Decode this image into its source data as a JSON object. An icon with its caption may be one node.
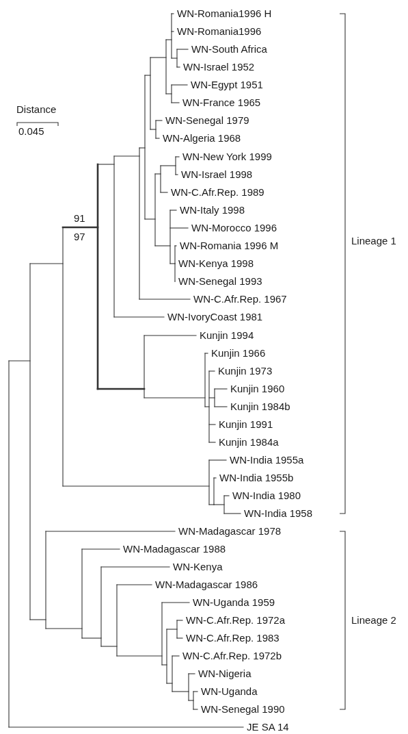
{
  "diagram": {
    "labels": [
      "WN-Romania1996 H",
      "WN-Romania1996",
      "WN-South Africa",
      "WN-Israel 1952",
      "WN-Egypt 1951",
      "WN-France 1965",
      "Distance",
      "WN-Senegal 1979",
      "0.045",
      "WN-Algeria 1968",
      "WN-New York 1999",
      "WN-Israel 1998",
      "WN-C.Afr.Rep. 1989",
      "WN-Italy 1998",
      "91",
      "WN-Morocco 1996",
      "97",
      "Lineage 1",
      "WN-Romania 1996 M",
      "WN-Kenya 1998",
      "WN-Senegal 1993",
      "WN-C.Afr.Rep. 1967",
      "WN-IvoryCoast 1981",
      "Kunjin 1994",
      "Kunjin 1966",
      "Kunjin 1973",
      "Kunjin 1960",
      "Kunjin 1984b",
      "Kunjin 1991",
      "Kunjin 1984a",
      "WN-India 1955a",
      "WN-India 1955b",
      "WN-India 1980",
      "WN-India 1958",
      "WN-Madagascar 1978",
      "WN-Madagascar 1988",
      "WN-Kenya",
      "WN-Madagascar 1986",
      "WN-Uganda 1959",
      "WN-C.Afr.Rep. 1972a",
      "Lineage 2",
      "WN-C.Afr.Rep. 1983",
      "WN-C.Afr.Rep. 1972b",
      "WN-Nigeria",
      "WN-Uganda",
      "WN-Senegal 1990",
      "JE SA 14"
    ]
  }
}
